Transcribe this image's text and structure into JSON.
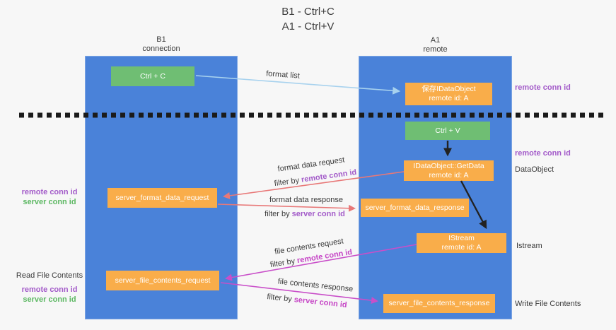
{
  "title": {
    "line1": "B1 - Ctrl+C",
    "line2": "A1 - Ctrl+V"
  },
  "columns": {
    "left": {
      "name": "B1",
      "role": "connection"
    },
    "right": {
      "name": "A1",
      "role": "remote"
    }
  },
  "nodes": {
    "ctrl_c": "Ctrl + C",
    "save_idataobject": {
      "line1": "保存IDataObject",
      "line2": "remote id: A"
    },
    "ctrl_v": "Ctrl + V",
    "getdata": {
      "line1": "IDataObject::GetData",
      "line2": "remote id: A"
    },
    "format_request": "server_format_data_request",
    "format_response": "server_format_data_response",
    "istream": {
      "line1": "IStream",
      "line2": "remote id: A"
    },
    "file_request": "server_file_contents_request",
    "file_response": "server_file_contents_response"
  },
  "arrow_labels": {
    "format_list": "format list",
    "format_data_request": "format data request",
    "format_data_response": "format data response",
    "file_contents_request": "file contents request",
    "file_contents_response": "file contents response",
    "filter_by": "filter by ",
    "remote_conn_id": "remote conn id",
    "server_conn_id": "server conn id"
  },
  "side_labels": {
    "remote_conn_id": "remote conn id",
    "server_conn_id": "server conn id",
    "dataobject": "DataObject",
    "istream": "Istream",
    "read_file_contents": "Read File Contents",
    "write_file_contents": "Write File Contents"
  },
  "colors": {
    "column_blue": "#4a82d9",
    "box_green": "#6fbe73",
    "box_orange": "#f9ad4a",
    "arrow_light_blue": "#a8d2ee",
    "arrow_red": "#e87878",
    "arrow_magenta": "#c94fc9",
    "arrow_black": "#222222",
    "text_purple": "#a35bc9",
    "text_magenta": "#c646c6",
    "text_green": "#5db863",
    "dashed_line": "#1b1b1b",
    "background": "#f7f7f7"
  }
}
